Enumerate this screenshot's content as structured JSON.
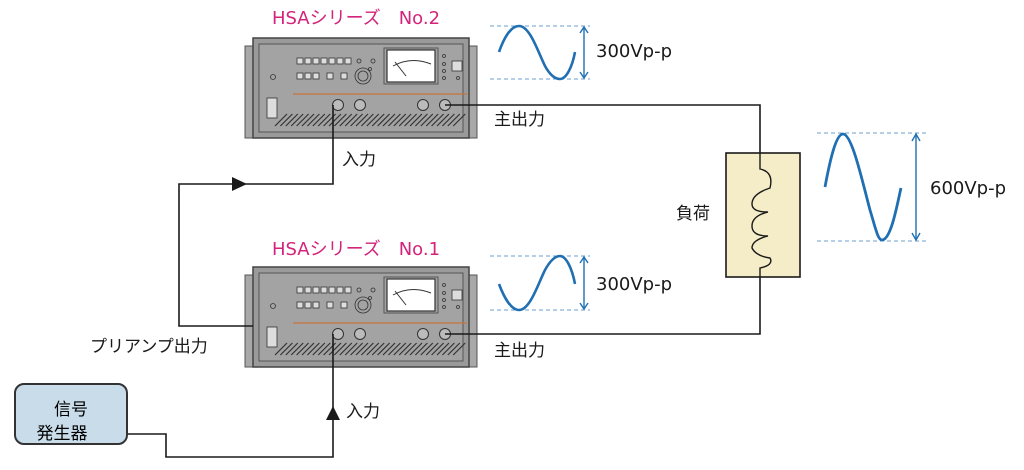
{
  "amplifiers": [
    {
      "id": "no2",
      "title": "HSAシリーズ　No.2",
      "output_label": "主出力",
      "input_label": "入力",
      "wave_amplitude": "300Vp-p"
    },
    {
      "id": "no1",
      "title": "HSAシリーズ　No.1",
      "output_label": "主出力",
      "input_label": "入力",
      "wave_amplitude": "300Vp-p",
      "preamp_output_label": "プリアンプ出力"
    }
  ],
  "load": {
    "label": "負荷",
    "wave_amplitude": "600Vp-p"
  },
  "signal_generator": {
    "line1": "信号",
    "line2": "発生器"
  },
  "colors": {
    "title": "#d4237a",
    "wave": "#1f6fb2",
    "amp_body": "#9a9a9a",
    "amp_accent": "#c8743c",
    "load_fill": "#f5edc8",
    "signal_fill": "#c9dcea"
  }
}
